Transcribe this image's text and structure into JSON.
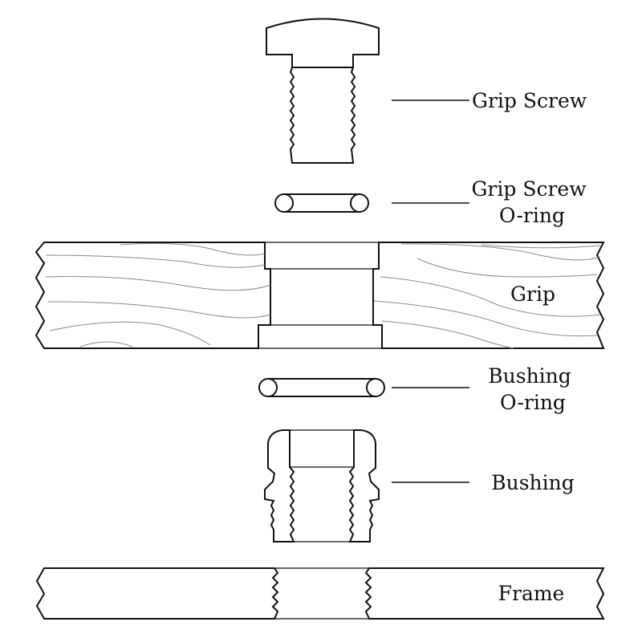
{
  "labels": {
    "grip_screw": "Grip Screw",
    "grip_screw_oring_line1": "Grip Screw",
    "grip_screw_oring_line2": "O-ring",
    "grip": "Grip",
    "bushing_oring_line1": "Bushing",
    "bushing_oring_line2": "O-ring",
    "bushing": "Bushing",
    "frame": "Frame"
  },
  "colors": {
    "line": "#111111",
    "grain": "#888888",
    "background": "#ffffff"
  }
}
